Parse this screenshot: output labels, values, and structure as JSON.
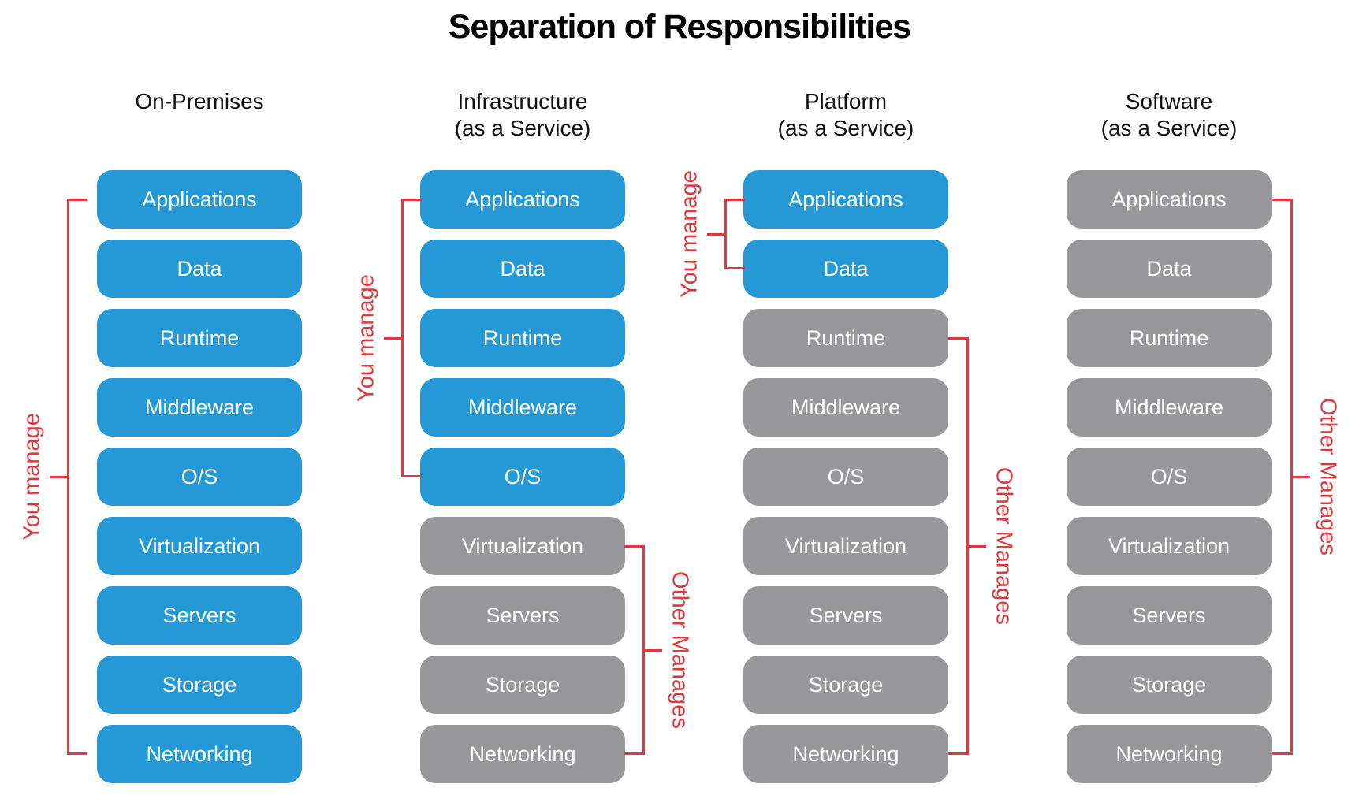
{
  "title": "Separation of Responsibilities",
  "colors": {
    "you_manage": "#2499D6",
    "other_manages": "#98989A",
    "bracket": "#E0383E",
    "box_text": "#FFFFFF"
  },
  "columns": [
    {
      "id": "on-premises",
      "header_line1": "On-Premises",
      "header_line2": "",
      "boxes": [
        {
          "label": "Applications",
          "managed_by": "you"
        },
        {
          "label": "Data",
          "managed_by": "you"
        },
        {
          "label": "Runtime",
          "managed_by": "you"
        },
        {
          "label": "Middleware",
          "managed_by": "you"
        },
        {
          "label": "O/S",
          "managed_by": "you"
        },
        {
          "label": "Virtualization",
          "managed_by": "you"
        },
        {
          "label": "Servers",
          "managed_by": "you"
        },
        {
          "label": "Storage",
          "managed_by": "you"
        },
        {
          "label": "Networking",
          "managed_by": "you"
        }
      ]
    },
    {
      "id": "iaas",
      "header_line1": "Infrastructure",
      "header_line2": "(as a Service)",
      "boxes": [
        {
          "label": "Applications",
          "managed_by": "you"
        },
        {
          "label": "Data",
          "managed_by": "you"
        },
        {
          "label": "Runtime",
          "managed_by": "you"
        },
        {
          "label": "Middleware",
          "managed_by": "you"
        },
        {
          "label": "O/S",
          "managed_by": "you"
        },
        {
          "label": "Virtualization",
          "managed_by": "other"
        },
        {
          "label": "Servers",
          "managed_by": "other"
        },
        {
          "label": "Storage",
          "managed_by": "other"
        },
        {
          "label": "Networking",
          "managed_by": "other"
        }
      ]
    },
    {
      "id": "paas",
      "header_line1": "Platform",
      "header_line2": "(as a Service)",
      "boxes": [
        {
          "label": "Applications",
          "managed_by": "you"
        },
        {
          "label": "Data",
          "managed_by": "you"
        },
        {
          "label": "Runtime",
          "managed_by": "other"
        },
        {
          "label": "Middleware",
          "managed_by": "other"
        },
        {
          "label": "O/S",
          "managed_by": "other"
        },
        {
          "label": "Virtualization",
          "managed_by": "other"
        },
        {
          "label": "Servers",
          "managed_by": "other"
        },
        {
          "label": "Storage",
          "managed_by": "other"
        },
        {
          "label": "Networking",
          "managed_by": "other"
        }
      ]
    },
    {
      "id": "saas",
      "header_line1": "Software",
      "header_line2": "(as a Service)",
      "boxes": [
        {
          "label": "Applications",
          "managed_by": "other"
        },
        {
          "label": "Data",
          "managed_by": "other"
        },
        {
          "label": "Runtime",
          "managed_by": "other"
        },
        {
          "label": "Middleware",
          "managed_by": "other"
        },
        {
          "label": "O/S",
          "managed_by": "other"
        },
        {
          "label": "Virtualization",
          "managed_by": "other"
        },
        {
          "label": "Servers",
          "managed_by": "other"
        },
        {
          "label": "Storage",
          "managed_by": "other"
        },
        {
          "label": "Networking",
          "managed_by": "other"
        }
      ]
    }
  ],
  "brackets": [
    {
      "id": "onprem-you",
      "label": "You manage",
      "side": "left",
      "column": "on-premises",
      "from": "Applications",
      "to": "Networking"
    },
    {
      "id": "iaas-you",
      "label": "You manage",
      "side": "left",
      "column": "iaas",
      "from": "Applications",
      "to": "O/S"
    },
    {
      "id": "paas-you",
      "label": "You manage",
      "side": "left",
      "column": "paas",
      "from": "Applications",
      "to": "Data"
    },
    {
      "id": "iaas-other",
      "label": "Other Manages",
      "side": "right",
      "column": "iaas",
      "from": "Virtualization",
      "to": "Networking"
    },
    {
      "id": "paas-other",
      "label": "Other Manages",
      "side": "right",
      "column": "paas",
      "from": "Runtime",
      "to": "Networking"
    },
    {
      "id": "saas-other",
      "label": "Other Manages",
      "side": "right",
      "column": "saas",
      "from": "Applications",
      "to": "Networking"
    }
  ]
}
